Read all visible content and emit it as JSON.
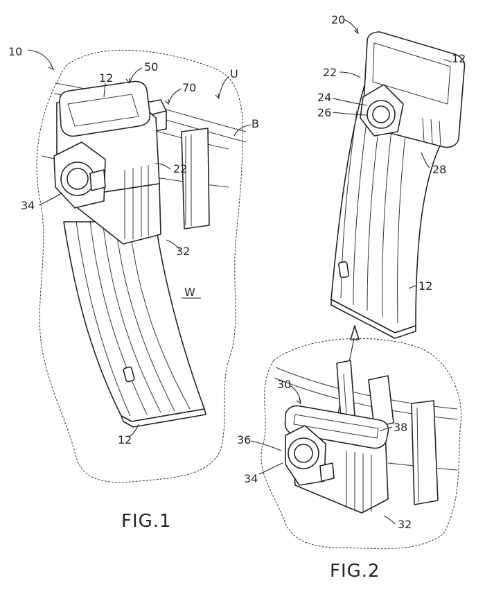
{
  "figures": [
    {
      "caption": "FIG.1",
      "labels": {
        "ref_10": "10",
        "ref_12_top": "12",
        "ref_50": "50",
        "ref_70": "70",
        "ref_U": "U",
        "ref_B": "B",
        "ref_22": "22",
        "ref_34": "34",
        "ref_32": "32",
        "ref_W": "W",
        "ref_12_bottom": "12"
      }
    },
    {
      "caption": "FIG.2",
      "labels": {
        "ref_20": "20",
        "ref_12_top": "12",
        "ref_22": "22",
        "ref_24": "24",
        "ref_26": "26",
        "ref_28": "28",
        "ref_12_body": "12",
        "ref_30": "30",
        "ref_38": "38",
        "ref_36": "36",
        "ref_34": "34",
        "ref_32": "32"
      }
    }
  ]
}
